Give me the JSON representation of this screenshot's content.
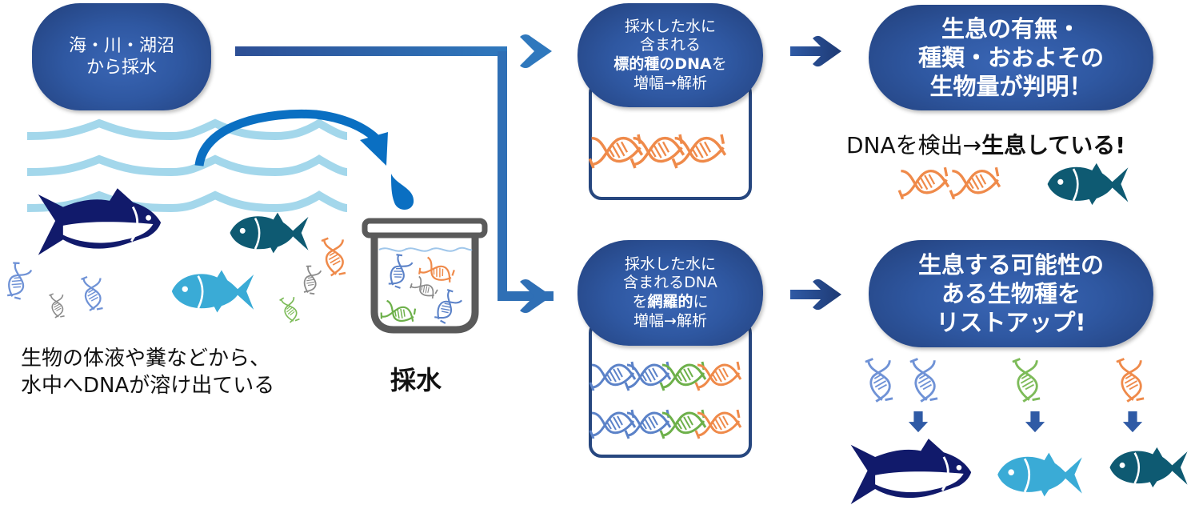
{
  "source_pill": {
    "lines": [
      "海・川・湖沼",
      "から採水"
    ]
  },
  "release_caption": {
    "lines": [
      "生物の体液や糞などから、",
      "水中へDNAが溶け出ている"
    ]
  },
  "sampling_label": "採水",
  "targeted_method": {
    "pill_lines": [
      {
        "text": "採水した水に",
        "bold": false
      },
      {
        "text": "含まれる",
        "bold": false
      },
      {
        "parts": [
          {
            "text": "標的種のDNA",
            "bold": true
          },
          {
            "text": "を",
            "bold": false
          }
        ]
      },
      {
        "text": "増幅→解析",
        "bold": false
      }
    ],
    "dna_colors": [
      "#ef8a4a",
      "#ef8a4a",
      "#ef8a4a"
    ]
  },
  "targeted_result": {
    "pill_lines": [
      "生息の有無・",
      "種類・おおよその",
      "生物量が判明！"
    ],
    "caption_normal": "DNAを検出→",
    "caption_bold": "生息している!",
    "dna_colors": [
      "#ef8a4a",
      "#ef8a4a"
    ],
    "fish_color": "#0e5a72"
  },
  "metabarcoding_method": {
    "pill_lines": [
      {
        "text": "採水した水に",
        "bold": false
      },
      {
        "text": "含まれるDNA",
        "bold": false
      },
      {
        "parts": [
          {
            "text": "を",
            "bold": false
          },
          {
            "text": "網羅的",
            "bold": true
          },
          {
            "text": "に",
            "bold": false
          }
        ]
      },
      {
        "text": "増幅→解析",
        "bold": false
      }
    ],
    "dna_grid_colors": [
      [
        "#5b82c8",
        "#5b82c8",
        "#6db04a",
        "#ef8a4a"
      ],
      [
        "#5b82c8",
        "#5b82c8",
        "#6db04a",
        "#ef8a4a"
      ]
    ]
  },
  "metabarcoding_result": {
    "pill_lines": [
      "生息する可能性の",
      "ある生物種を",
      "リストアップ!"
    ],
    "species": [
      {
        "dna_colors": [
          "#6f92d6",
          "#6f92d6"
        ],
        "fish": "tuna",
        "fish_color": "#111a6b"
      },
      {
        "dna_colors": [
          "#7dbb59"
        ],
        "fish": "fish",
        "fish_color": "#3aabd6"
      },
      {
        "dna_colors": [
          "#ef8a4a"
        ],
        "fish": "fish",
        "fish_color": "#0e5a72"
      }
    ]
  },
  "colors": {
    "pill_dark": "#223f7a",
    "pill_light": "#3a66b5",
    "flow_arrow": "#2f6fb5",
    "wave": "#9fd5ea",
    "drop": "#0a6fc2",
    "beaker": "#5a5a5a",
    "tuna": "#111a6b",
    "fish_light": "#3aabd6",
    "fish_dark": "#0e5a72",
    "dna_blue": "#5b82c8",
    "dna_orange": "#ef8a4a",
    "dna_green": "#6db04a",
    "dna_gray": "#8a8a8a"
  }
}
